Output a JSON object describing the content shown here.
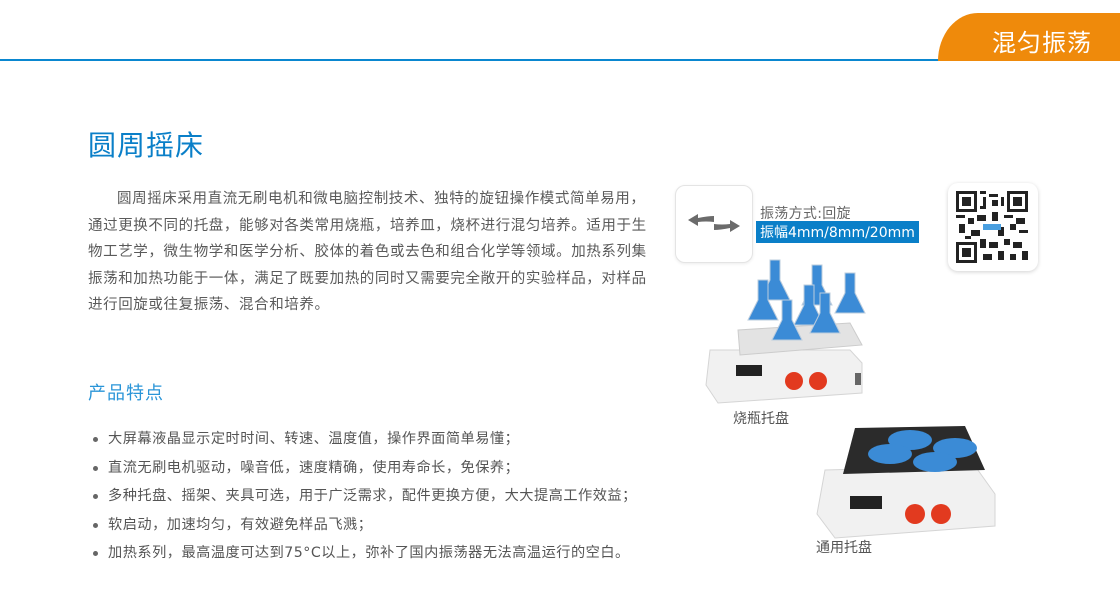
{
  "header": {
    "category_tab": "混匀振荡",
    "accent_color": "#ef8a0b",
    "line_color": "#0a87d0"
  },
  "product": {
    "title": "圆周摇床",
    "intro": "圆周摇床采用直流无刷电机和微电脑控制技术、独特的旋钮操作模式简单易用，通过更换不同的托盘，能够对各类常用烧瓶，培养皿，烧杯进行混匀培养。适用于生物工艺学，微生物学和医学分析、胶体的着色或去色和组合化学等领域。加热系列集振荡和加热功能于一体，满足了既要加热的同时又需要完全敞开的实验样品，对样品进行回旋或往复振荡、混合和培养。"
  },
  "features": {
    "title": "产品特点",
    "items": [
      "大屏幕液晶显示定时时间、转速、温度值，操作界面简单易懂；",
      "直流无刷电机驱动，噪音低，速度精确，使用寿命长，免保养；",
      "多种托盘、摇架、夹具可选，用于广泛需求，配件更换方便，大大提高工作效益；",
      "软启动，加速均匀，有效避免样品飞溅；",
      "加热系列，最高温度可达到75°C以上，弥补了国内振荡器无法高温运行的空白。"
    ]
  },
  "spec": {
    "mode_icon": "rotate-arrows-icon",
    "mode_label": "振荡方式:回旋",
    "amplitude_label": "振幅4mm/8mm/20mm"
  },
  "qr": {
    "icon": "qr-code-icon"
  },
  "images": [
    {
      "caption": "烧瓶托盘"
    },
    {
      "caption": "通用托盘"
    }
  ]
}
